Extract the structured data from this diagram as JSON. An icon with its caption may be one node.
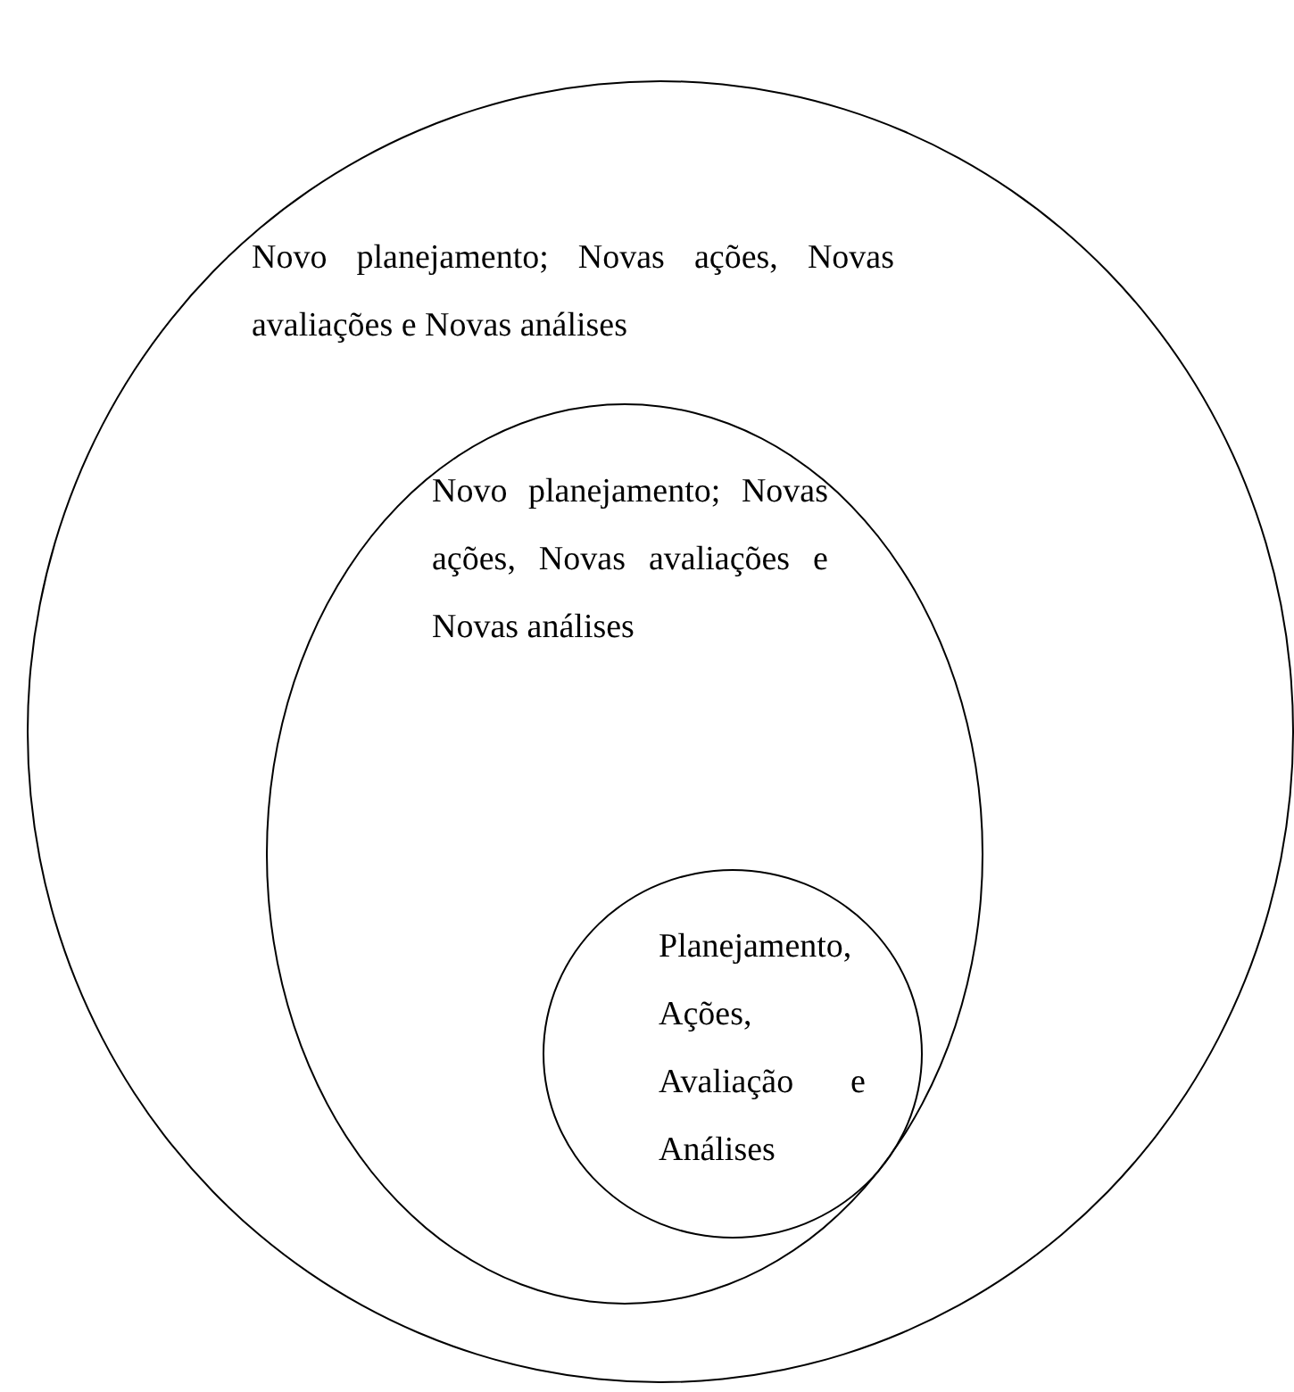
{
  "diagram": {
    "nodes": [
      {
        "text": [
          "Novo planejamento; Novas ações, Novas avaliações e Novas análises"
        ]
      },
      {
        "text": [
          "Novo planejamento; Novas ações, Novas avaliações e Novas análises"
        ],
        "in": 0
      },
      {
        "text": [
          "Planejamento, Ações, Avaliação e Análises"
        ],
        "in": 1
      }
    ]
  }
}
